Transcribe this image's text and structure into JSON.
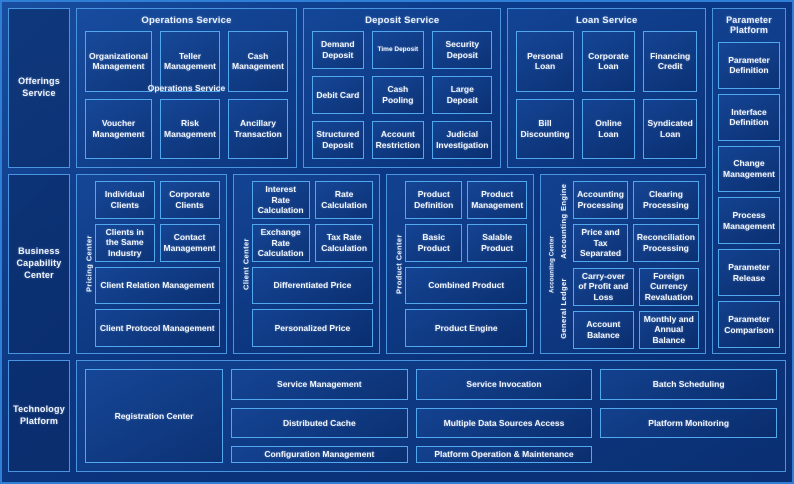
{
  "colors": {
    "background": "#0b3784",
    "border": "#2f7fd6",
    "frame": "#4a95e0",
    "cell_border": "#51a8ef",
    "text": "#f2f7ff"
  },
  "rows": {
    "offerings": {
      "label": "Offerings\nService",
      "label_lines": [
        "Offerings",
        "Service"
      ],
      "groups": [
        {
          "title": "Operations Service",
          "duplicate_title": "Operations Service",
          "cells": [
            "Organizational Management",
            "Teller Management",
            "Cash Management",
            "Voucher Management",
            "Risk Management",
            "Ancillary Transaction"
          ]
        },
        {
          "title": "Deposit Service",
          "cells": [
            "Demand Deposit",
            "Time Deposit",
            "Security Deposit",
            "Debit Card",
            "Cash Pooling",
            "Large Deposit",
            "Structured Deposit",
            "Account Restriction",
            "Judicial Investigation"
          ],
          "small_cells": [
            "Time Deposit"
          ]
        },
        {
          "title": "Loan Service",
          "cells": [
            "Personal Loan",
            "Corporate Loan",
            "Financing Credit",
            "Bill Discounting",
            "Online Loan",
            "Syndicated Loan"
          ]
        }
      ]
    },
    "business": {
      "label_lines": [
        "Business",
        "Capability",
        "Center"
      ],
      "groups": [
        {
          "vlabel": "Pricing Center",
          "cells": [
            "Individual Clients",
            "Corporate Clients",
            "Clients in the Same Industry",
            "Contact Management",
            "Client Relation Management",
            "Client Protocol Management"
          ]
        },
        {
          "vlabel": "Client Center",
          "cells": [
            "Interest Rate Calculation",
            "Rate Calculation",
            "Exchange Rate Calculation",
            "Tax Rate Calculation",
            "Differentiated Price",
            "Personalized Price"
          ]
        },
        {
          "vlabel": "Product Center",
          "cells": [
            "Product Definition",
            "Product Management",
            "Basic Product",
            "Salable Product",
            "Combined Product",
            "Product Engine"
          ]
        },
        {
          "vlabel_outer": "Accounting Center",
          "sections": [
            {
              "vlabel": "Accounting Engine",
              "cells": [
                "Accounting Processing",
                "Clearing Processing",
                "Price and Tax Separated",
                "Reconciliation Processing"
              ]
            },
            {
              "vlabel": "General Ledger",
              "cells": [
                "Carry-over of Profit and Loss",
                "Foreign Currency Revaluation",
                "Account Balance",
                "Monthly and Annual Balance"
              ]
            }
          ]
        }
      ]
    },
    "technology": {
      "label_lines": [
        "Technology",
        "Platform"
      ],
      "registration_center": "Registration Center",
      "cells": [
        "Service Management",
        "Service Invocation",
        "Batch Scheduling",
        "Distributed Cache",
        "Multiple Data Sources Access",
        "Platform Monitoring",
        "Configuration Management",
        "Platform Operation & Maintenance"
      ]
    }
  },
  "parameter_platform": {
    "title_lines": [
      "Parameter",
      "Platform"
    ],
    "cells": [
      "Parameter Definition",
      "Interface Definition",
      "Change Management",
      "Process Management",
      "Parameter Release",
      "Parameter Comparison"
    ]
  }
}
